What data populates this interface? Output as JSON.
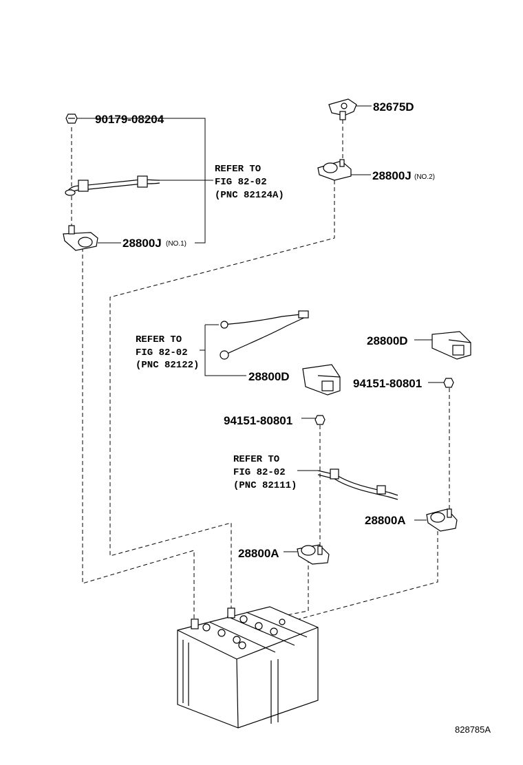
{
  "parts": {
    "bolt_top": "90179-08204",
    "sensor": "82675D",
    "clamp_j_no2_pn": "28800J",
    "clamp_j_no2_note": "(NO.2)",
    "clamp_j_no1_pn": "28800J",
    "clamp_j_no1_note": "(NO.1)",
    "cover_d_right": "28800D",
    "cover_d_left": "28800D",
    "nut_right": "94151-80801",
    "nut_mid": "94151-80801",
    "clamp_a_right": "28800A",
    "clamp_a_mid": "28800A"
  },
  "refs": {
    "ref1": {
      "line1": "REFER TO",
      "line2": "FIG 82-02",
      "line3": "(PNC 82124A)"
    },
    "ref2": {
      "line1": "REFER TO",
      "line2": "FIG 82-02",
      "line3": "(PNC 82122)"
    },
    "ref3": {
      "line1": "REFER TO",
      "line2": "FIG 82-02",
      "line3": "(PNC 82111)"
    }
  },
  "figure_code": "828785A"
}
